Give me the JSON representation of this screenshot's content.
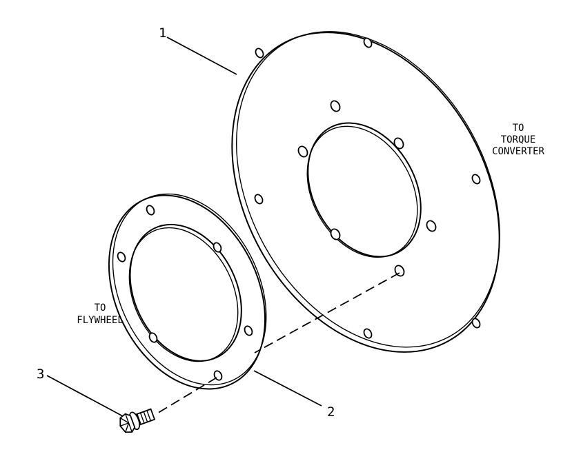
{
  "callouts": {
    "part_1": "1",
    "part_2": "2",
    "part_3": "3"
  },
  "notes": {
    "torque_converter": [
      "TO",
      "TORQUE",
      "CONVERTER"
    ],
    "flywheel": [
      "TO",
      "FLYWHEEL"
    ]
  },
  "colors": {
    "line": "#000000",
    "background": "#ffffff"
  },
  "icons": {
    "bolt": "hex-head-bolt-icon"
  }
}
